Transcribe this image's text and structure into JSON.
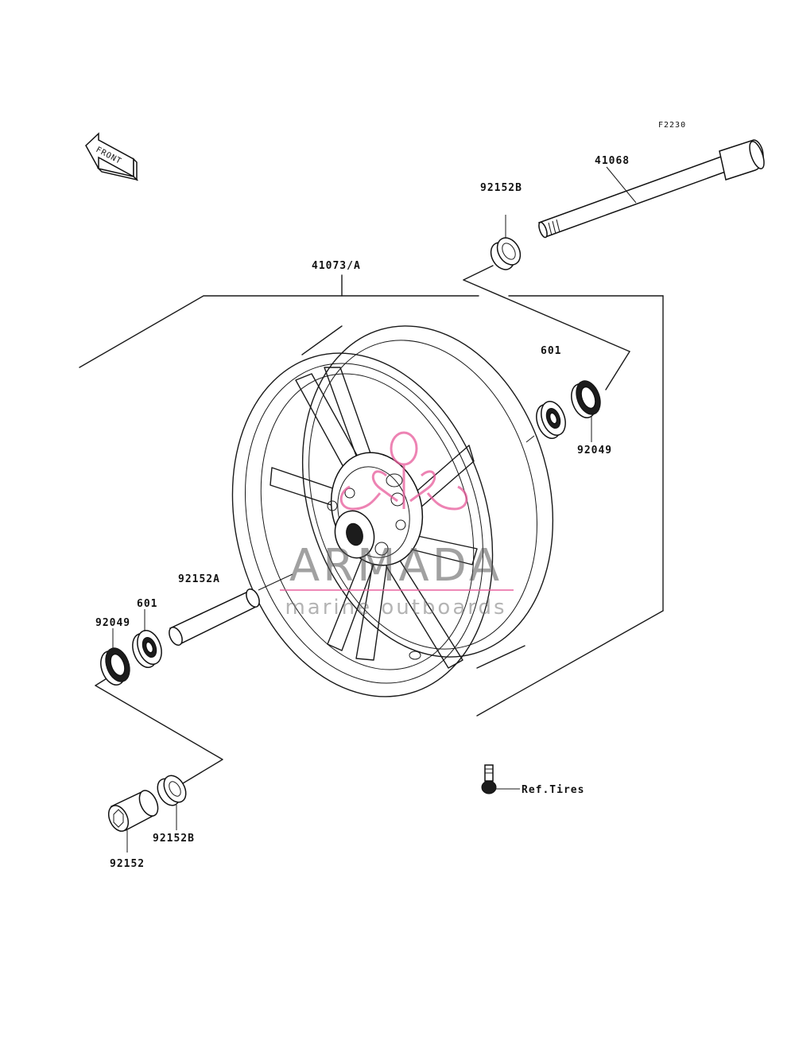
{
  "diagram_code": "F2230",
  "front_badge": "FRONT",
  "labels": {
    "axle": "41068",
    "collar_top": "92152B",
    "wheel": "41073/A",
    "bearing_right": "601",
    "seal_right": "92049",
    "spacer": "92152A",
    "bearing_left": "601",
    "seal_left": "92049",
    "collar_bottom": "92152B",
    "collar": "92152",
    "valve_ref": "Ref.Tires"
  },
  "watermark": {
    "title": "ARMADA",
    "subtitle": "marine outboards",
    "accent_color": "#e75a9a"
  },
  "colors": {
    "line": "#1a1a1a",
    "background": "#ffffff"
  }
}
